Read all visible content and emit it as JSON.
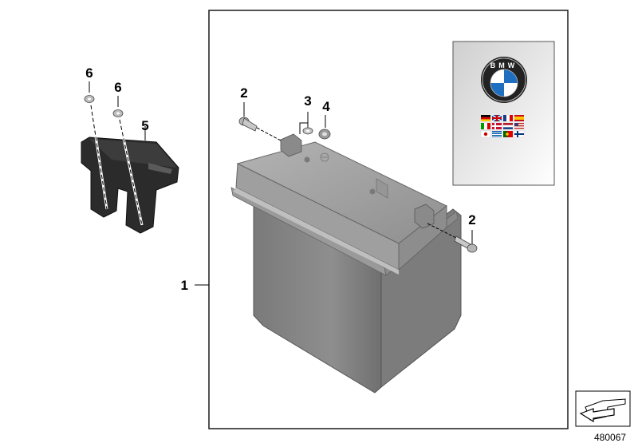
{
  "diagram": {
    "parts": [
      {
        "key": "battery",
        "callout": "1"
      },
      {
        "key": "bolt_left",
        "callout": "2"
      },
      {
        "key": "washer",
        "callout": "3"
      },
      {
        "key": "nut",
        "callout": "4"
      },
      {
        "key": "bolt_right",
        "callout": "2"
      },
      {
        "key": "terminal_cover",
        "callout": "5"
      },
      {
        "key": "screw_a",
        "callout": "6"
      },
      {
        "key": "screw_b",
        "callout": "6"
      }
    ],
    "brand_logo_letters": "BMW",
    "diagram_number": "480067"
  },
  "colors": {
    "battery_body": "#8c8c8c",
    "battery_lid": "#a6a6a6",
    "cover_black": "#2b2b2b",
    "frame": "#1a1a1a"
  },
  "icons": {
    "brand": "bmw-roundel-icon",
    "flags": "language-flags-icon",
    "corner": "arrow-sheet-icon"
  }
}
